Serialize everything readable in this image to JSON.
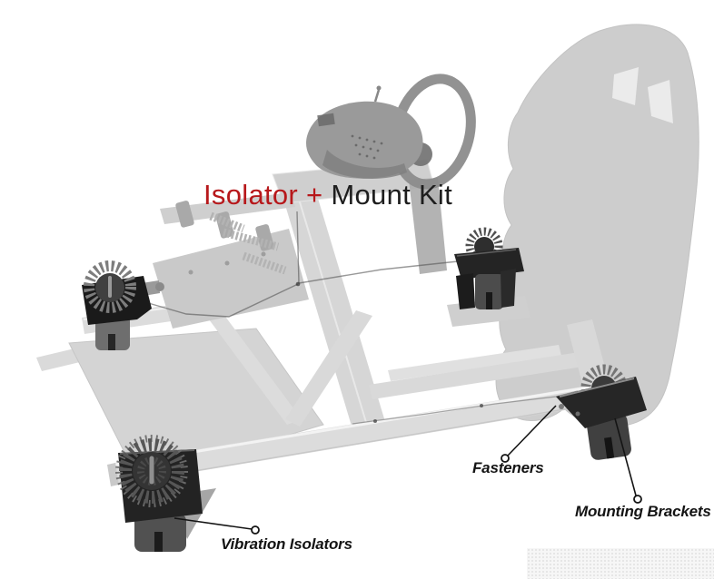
{
  "title": {
    "highlight": "Isolator +",
    "rest": "Mount Kit"
  },
  "annotations": [
    {
      "id": "vibration-isolators",
      "label": "Vibration Isolators"
    },
    {
      "id": "fasteners",
      "label": "Fasteners"
    },
    {
      "id": "mounting-brackets",
      "label": "Mounting Brackets"
    }
  ],
  "colors": {
    "background": "#ffffff",
    "title_highlight": "#b7181b",
    "title_rest": "#1e1e1e",
    "label_text": "#141414",
    "leader_line": "#141414",
    "isolator_black": "#232323",
    "ghost_frame_gray": "#dcdcdc",
    "ghost_seat_gray": "#cdcdcd"
  }
}
